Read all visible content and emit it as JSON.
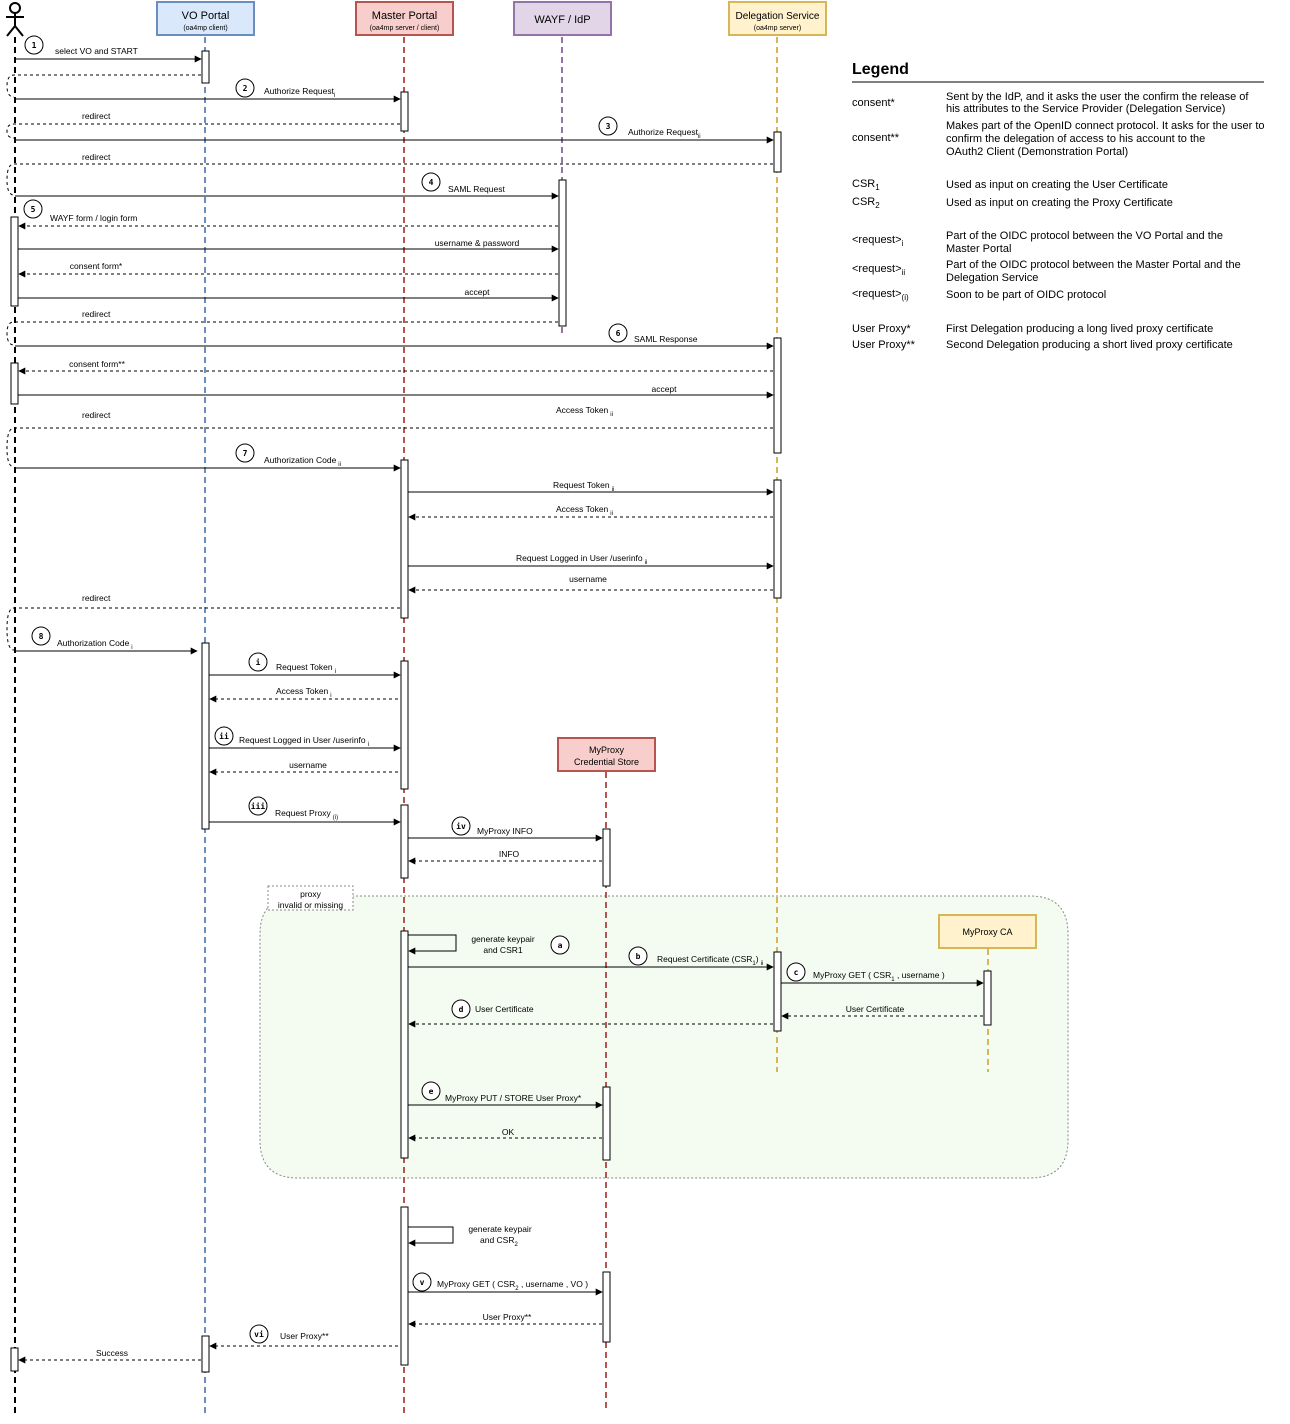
{
  "participants": {
    "vo": {
      "title": "VO Portal",
      "subtitle": "(oa4mp client)",
      "fill": "#DAE8FC",
      "stroke": "#6C8EBF"
    },
    "mp": {
      "title": "Master Portal",
      "subtitle": "(oa4mp server / client)",
      "fill": "#F8CECC",
      "stroke": "#B85450"
    },
    "wayf": {
      "title": "WAYF / IdP",
      "fill": "#E1D5E7",
      "stroke": "#9673A6"
    },
    "ds": {
      "title": "Delegation Service",
      "subtitle": "(oa4mp server)",
      "fill": "#FFF2CC",
      "stroke": "#D6B656"
    },
    "store": {
      "title_line1": "MyProxy",
      "title_line2": "Credential Store",
      "fill": "#F8CECC",
      "stroke": "#B85450"
    },
    "ca": {
      "title": "MyProxy CA",
      "fill": "#FFF2CC",
      "stroke": "#D6B656"
    }
  },
  "steps": {
    "n1": "1",
    "n2": "2",
    "n3": "3",
    "n4": "4",
    "n5": "5",
    "n6": "6",
    "n7": "7",
    "n8": "8",
    "ri": "i",
    "rii": "ii",
    "riii": "iii",
    "riv": "iv",
    "rv": "v",
    "rvi": "vi",
    "la": "a",
    "lb": "b",
    "lc": "c",
    "ld": "d",
    "le": "e"
  },
  "messages": {
    "m1": "select VO and START",
    "m2": "Authorize Request",
    "m2_sub": "i",
    "m_redirect": "redirect",
    "m3": "Authorize Request",
    "m3_sub": "ii",
    "m4": "SAML Request",
    "m5": "WAYF form / login form",
    "m_userpass": "username & password",
    "m_consent1": "consent form*",
    "m_accept": "accept",
    "m6": "SAML Response",
    "m_consent2": "consent form**",
    "m_accesstoken": "Access Token",
    "m_sub_ii": "ii",
    "m_sub_i": "i",
    "m7": "Authorization Code",
    "m_reqtoken": "Request Token",
    "m_reqlogged": "Request  Logged in User /userinfo",
    "m_username": "username",
    "m8": "Authorization Code",
    "m_reqproxy": "Request Proxy",
    "m_reqproxy_sub": "(i)",
    "m_myproxyinfo": "MyProxy INFO",
    "m_info": "INFO",
    "m_gen1_l1": "generate keypair",
    "m_gen1_l2": "and CSR1",
    "m_reqcert": "Request Certificate (CSR",
    "m_reqcert_sub1": "1",
    "m_reqcert_end": ")",
    "m_myproxyget1_a": "MyProxy GET ( CSR",
    "m_myproxyget1_sub": "1",
    "m_myproxyget1_b": " , username )",
    "m_usercert": "User Certificate",
    "m_put": "MyProxy PUT / STORE User Proxy*",
    "m_ok": "OK",
    "m_gen2_l1": "generate keypair",
    "m_gen2_l2": "and CSR",
    "m_gen2_sub": "2",
    "m_myproxyget2_a": "MyProxy GET ( CSR",
    "m_myproxyget2_sub": "2",
    "m_myproxyget2_b": " ,  username , VO )",
    "m_userproxy2": "User Proxy**",
    "m_success": "Success"
  },
  "group": {
    "line1": "proxy",
    "line2": "invalid or missing",
    "fill": "#F4FBF0"
  },
  "legend": {
    "title": "Legend",
    "rows": [
      {
        "term": "consent*",
        "desc": [
          "Sent by the IdP, and it asks the user the confirm the release of",
          "his attributes to the Service Provider (Delegation Service)"
        ]
      },
      {
        "term": "consent**",
        "desc": [
          "Makes part of the OpenID connect protocol. It asks for the user to",
          "confirm the delegation of access to his account to the",
          "OAuth2 Client (Demonstration Portal)"
        ]
      },
      {
        "term": "CSR",
        "term_sub": "1",
        "desc": [
          "Used as input on creating the User Certificate"
        ]
      },
      {
        "term": "CSR",
        "term_sub": "2",
        "desc": [
          "Used as input on creating the Proxy Certificate"
        ]
      },
      {
        "term": "<request>",
        "term_sub": "i",
        "desc": [
          "Part of the OIDC protocol between the VO Portal and the",
          "Master Portal"
        ]
      },
      {
        "term": "<request>",
        "term_sub": "ii",
        "desc": [
          "Part of the OIDC protocol between the Master Portal and the",
          "Delegation Service"
        ]
      },
      {
        "term": "<request>",
        "term_sub": "(i)",
        "desc": [
          "Soon to be part of OIDC protocol"
        ]
      },
      {
        "term": "User Proxy*",
        "desc": [
          "First Delegation producing a long lived proxy certificate"
        ]
      },
      {
        "term": "User Proxy**",
        "desc": [
          "Second Delegation producing a short lived proxy certificate"
        ]
      }
    ]
  }
}
